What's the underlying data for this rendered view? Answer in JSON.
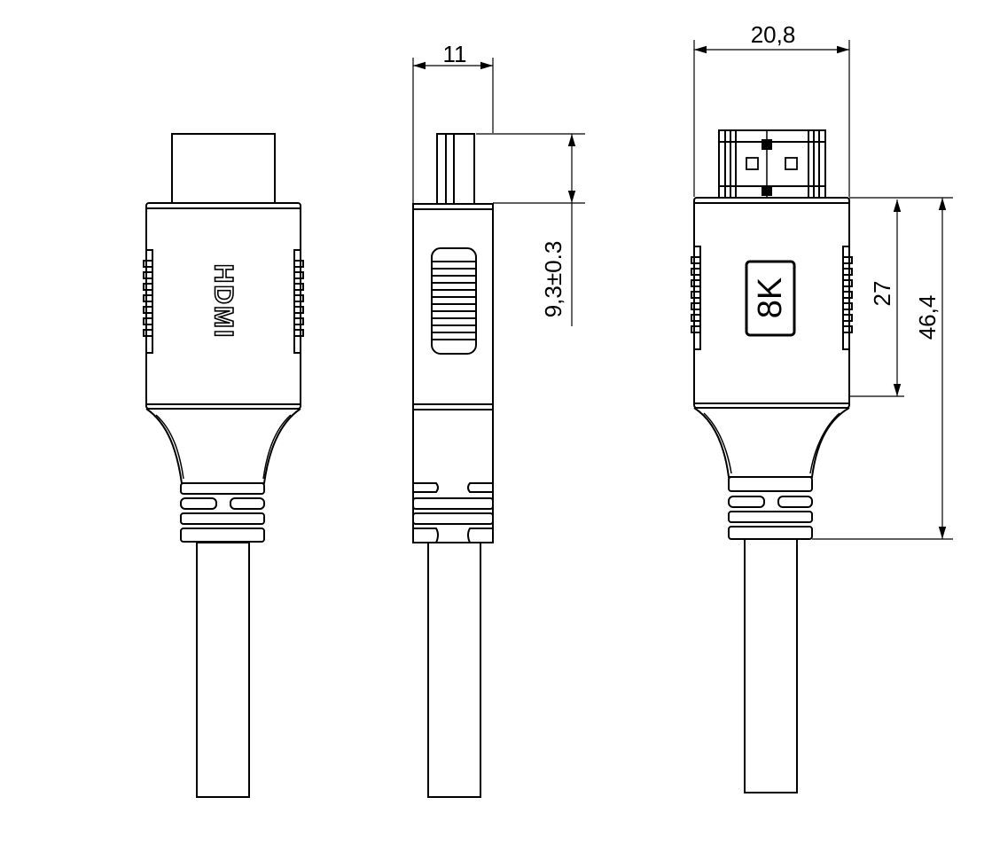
{
  "front_view": {
    "logo": "HDMI"
  },
  "right_view": {
    "badge": "8K"
  },
  "dimensions": {
    "side_width": "11",
    "front_width": "20,8",
    "tip_height": "9,3±0.3",
    "body_height": "27",
    "overall_height": "46,4"
  },
  "colors": {
    "line": "#000000",
    "background": "#ffffff"
  }
}
